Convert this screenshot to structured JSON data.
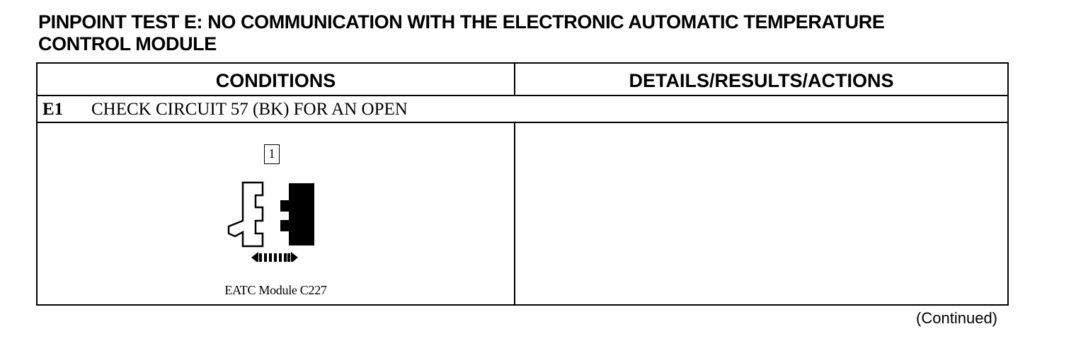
{
  "document": {
    "title_line_1": "PINPOINT TEST E:  NO COMMUNICATION WITH THE ELECTRONIC AUTOMATIC TEMPERATURE",
    "title_line_2": "CONTROL MODULE",
    "table": {
      "headers": [
        "CONDITIONS",
        "DETAILS/RESULTS/ACTIONS"
      ],
      "step": {
        "number": "E1",
        "text": "CHECK CIRCUIT 57 (BK) FOR AN OPEN"
      },
      "illustration": {
        "callout": "1",
        "caption": "EATC Module C227",
        "icons": [
          "connector-halves-icon",
          "disconnect-arrow-icon"
        ]
      }
    },
    "footer": "(Continued)"
  }
}
